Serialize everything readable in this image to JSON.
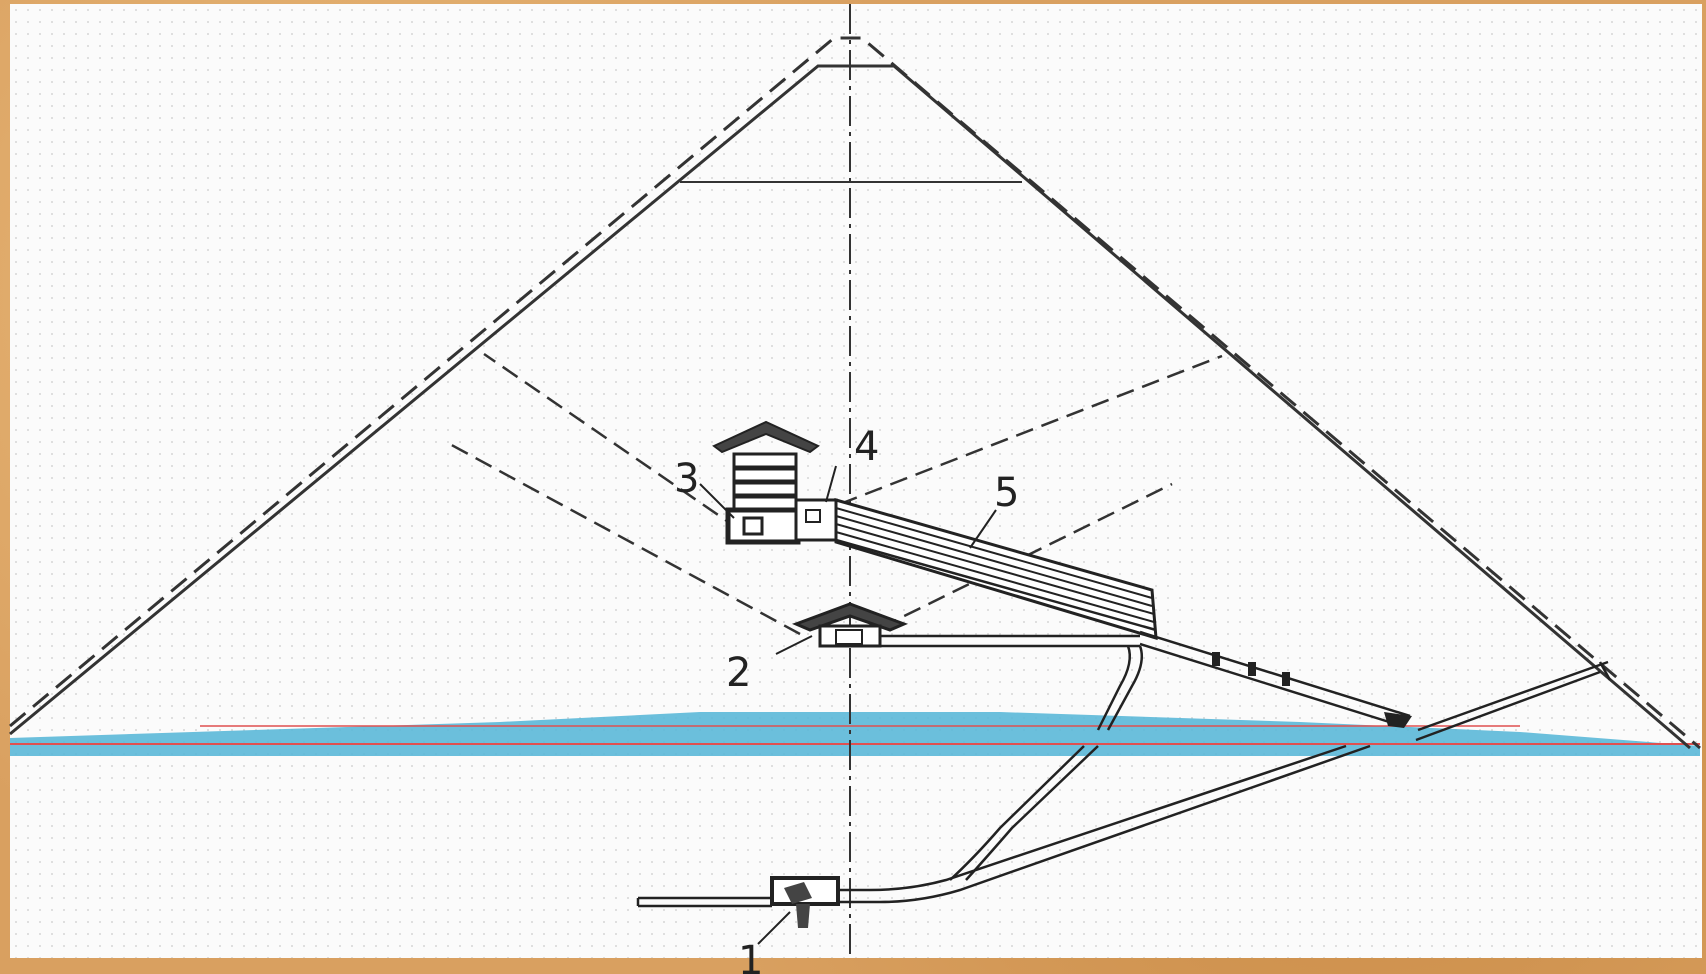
{
  "labels": {
    "l1": "1",
    "l2": "2",
    "l3": "3",
    "l4": "4",
    "l5": "5"
  },
  "colors": {
    "ground_band": "#5bb8d8",
    "ground_line": "#e05050",
    "ink": "#333333",
    "background": "#d9a060"
  }
}
